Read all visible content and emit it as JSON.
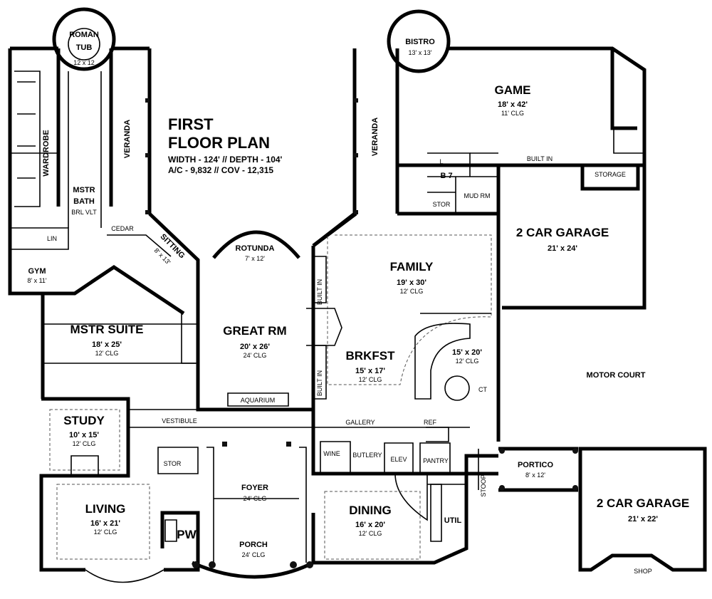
{
  "plan": {
    "title_line1": "FIRST",
    "title_line2": "FLOOR PLAN",
    "stat_width_depth": "WIDTH - 124' // DEPTH - 104'",
    "stat_ac_cov": "A/C - 9,832 // COV - 12,315"
  },
  "rooms": {
    "roman_tub": {
      "name1": "ROMAN",
      "name2": "TUB",
      "size": "12 x 12"
    },
    "bistro": {
      "name": "BISTRO",
      "size": "13' x 13'"
    },
    "game": {
      "name": "GAME",
      "size": "18' x 42'",
      "ceiling": "11' CLG"
    },
    "wardrobe": {
      "name": "WARDROBE"
    },
    "veranda_left": {
      "name": "VERANDA"
    },
    "veranda_right": {
      "name": "VERANDA"
    },
    "mstr_bath": {
      "name1": "MSTR",
      "name2": "BATH",
      "note": "BRL VLT"
    },
    "cedar": {
      "name": "CEDAR"
    },
    "sitting": {
      "name": "SITTING",
      "size": "8' x 13'"
    },
    "rotunda": {
      "name": "ROTUNDA",
      "size": "7' x 12'"
    },
    "gym": {
      "name": "GYM",
      "size": "8' x 11'"
    },
    "lin": {
      "name": "LIN"
    },
    "built_in_game": {
      "name": "BUILT IN"
    },
    "storage": {
      "name": "STORAGE"
    },
    "b7": {
      "name": "B 7"
    },
    "stor_upper": {
      "name": "STOR"
    },
    "mud_rm": {
      "name": "MUD RM"
    },
    "garage_1": {
      "name": "2 CAR GARAGE",
      "size": "21' x 24'"
    },
    "family": {
      "name": "FAMILY",
      "size": "19' x 30'",
      "ceiling": "12' CLG"
    },
    "built_in_1": {
      "name": "BUILT IN"
    },
    "built_in_2": {
      "name": "BUILT IN"
    },
    "mstr_suite": {
      "name": "MSTR SUITE",
      "size": "18' x 25'",
      "ceiling": "12' CLG"
    },
    "great_rm": {
      "name": "GREAT RM",
      "size": "20' x 26'",
      "ceiling": "24' CLG"
    },
    "brkfst": {
      "name": "BRKFST",
      "size": "15' x 17'",
      "ceiling": "12' CLG"
    },
    "kitchen": {
      "size": "15' x 20'",
      "ceiling": "12' CLG"
    },
    "motor_court": {
      "name": "MOTOR COURT"
    },
    "aquarium": {
      "name": "AQUARIUM"
    },
    "study": {
      "name": "STUDY",
      "size": "10' x 15'",
      "ceiling": "12' CLG"
    },
    "vestibule": {
      "name": "VESTIBULE"
    },
    "gallery": {
      "name": "GALLERY"
    },
    "ref": {
      "name": "REF"
    },
    "ct": {
      "name": "CT"
    },
    "wine": {
      "name": "WINE"
    },
    "butlery": {
      "name": "BUTLERY"
    },
    "elev": {
      "name": "ELEV"
    },
    "pantry": {
      "name": "PANTRY"
    },
    "stoop": {
      "name": "STOOP"
    },
    "portico": {
      "name": "PORTICO",
      "size": "8' x 12'"
    },
    "stor_lower": {
      "name": "STOR"
    },
    "foyer": {
      "name": "FOYER",
      "ceiling": "24' CLG"
    },
    "living": {
      "name": "LIVING",
      "size": "16' x 21'",
      "ceiling": "12' CLG"
    },
    "dining": {
      "name": "DINING",
      "size": "16' x 20'",
      "ceiling": "12' CLG"
    },
    "util": {
      "name": "UTIL"
    },
    "pw": {
      "name": "PW"
    },
    "porch": {
      "name": "PORCH",
      "ceiling": "24' CLG"
    },
    "garage_2": {
      "name": "2 CAR GARAGE",
      "size": "21' x 22'"
    },
    "shop": {
      "name": "SHOP"
    },
    "bath_l": {
      "name": "L"
    }
  }
}
